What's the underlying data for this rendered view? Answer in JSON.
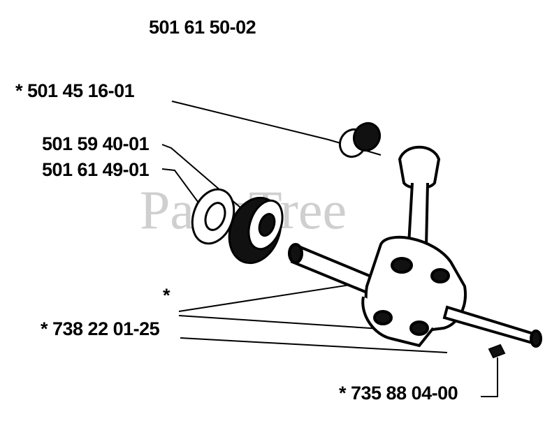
{
  "watermark": "PartsTree",
  "labels": {
    "assembly": "501 61 50-02",
    "bearing_needle": "*  501 45 16-01",
    "ball_bearing": "501 59 40-01",
    "seal_ring": "501 61 49-01",
    "star": "*",
    "key": "*  738 22 01-25",
    "woodruff": "*  735 88 04-00"
  },
  "colors": {
    "ink": "#000000",
    "watermark": "#cfcfcf"
  }
}
